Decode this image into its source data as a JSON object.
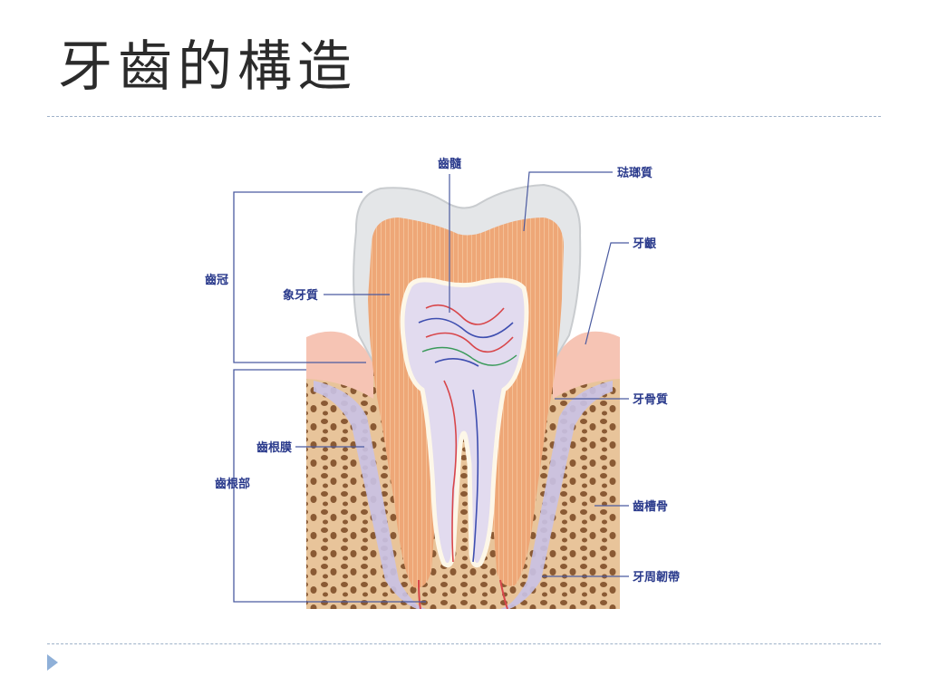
{
  "slide": {
    "title": "牙齒的構造"
  },
  "diagram": {
    "labels": {
      "pulp": "齒髓",
      "enamel": "琺瑯質",
      "gum": "牙齦",
      "crown": "齒冠",
      "dentin": "象牙質",
      "cementum": "牙骨質",
      "periodontal_membrane": "齒根膜",
      "root": "齒根部",
      "alveolar_bone": "齒槽骨",
      "periodontal_ligament": "牙周韌帶"
    },
    "colors": {
      "label_text": "#2a3a8c",
      "leader_line": "#4a5aa0",
      "enamel": "#e4e6e8",
      "dentin": "#eea777",
      "pulp": "#e2dbef",
      "gum": "#f6c4b4",
      "bone": "#e8c49a",
      "bone_pores": "#8a5a34",
      "ligament": "#c9c2e6",
      "accent_bullet": "#8fb0d8"
    }
  }
}
